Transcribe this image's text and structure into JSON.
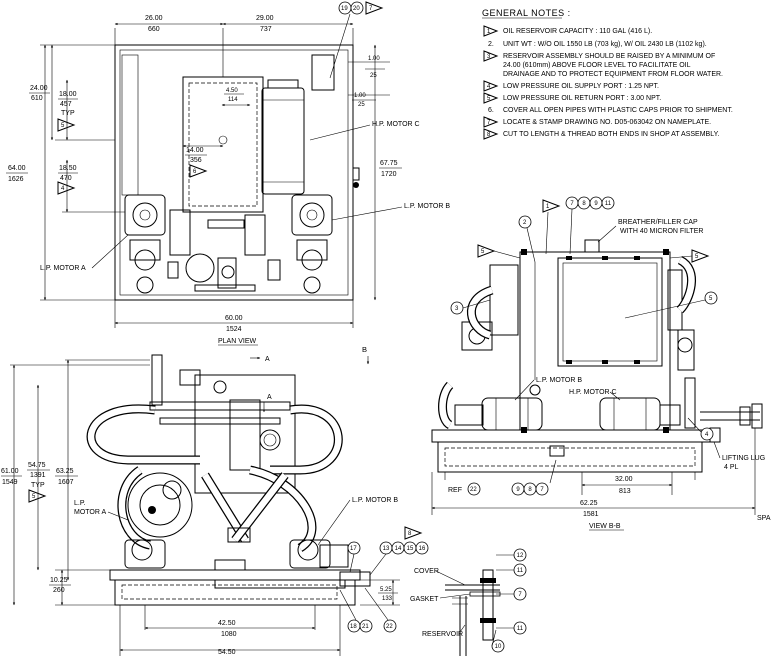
{
  "general_notes": {
    "heading": "GENERAL NOTES :",
    "items": [
      {
        "marker": "1",
        "flag": true,
        "text": "OIL RESERVOIR CAPACITY : 110 GAL (416 L)."
      },
      {
        "marker": "2.",
        "flag": false,
        "text": "UNIT WT : W/O OIL 1550 LB (703 kg), W/ OIL 2430 LB (1102 kg)."
      },
      {
        "marker": "3",
        "flag": true,
        "text": "RESERVOIR ASSEMBLY SHOULD BE RAISED BY A MINIMUM OF"
      },
      {
        "marker": "",
        "flag": false,
        "text": "24.00 (610mm) ABOVE FLOOR LEVEL TO FACILITATE OIL"
      },
      {
        "marker": "",
        "flag": false,
        "text": "DRAINAGE AND TO PROTECT EQUIPMENT FROM FLOOR WATER."
      },
      {
        "marker": "4",
        "flag": true,
        "text": "LOW PRESSURE OIL SUPPLY PORT : 1.25 NPT."
      },
      {
        "marker": "5",
        "flag": true,
        "text": "LOW PRESSURE OIL RETURN PORT : 3.00 NPT."
      },
      {
        "marker": "6.",
        "flag": false,
        "text": "COVER ALL OPEN PIPES WITH PLASTIC CAPS PRIOR TO SHIPMENT."
      },
      {
        "marker": "7",
        "flag": true,
        "text": "LOCATE & STAMP DRAWING NO. D05-063042 ON NAMEPLATE."
      },
      {
        "marker": "8",
        "flag": true,
        "text": "CUT TO LENGTH & THREAD BOTH ENDS IN SHOP AT ASSEMBLY."
      }
    ]
  },
  "plan_view": {
    "title": "PLAN VIEW",
    "dim_left_top": "26.00",
    "dim_left_top_mm": "660",
    "dim_right_top": "29.00",
    "dim_right_top_mm": "737",
    "dim_width": "60.00",
    "dim_width_mm": "1524",
    "dim_height": "64.00",
    "dim_height_mm": "1626",
    "dim_24": "24.00",
    "dim_24_mm": "610",
    "dim_18": "18.00",
    "dim_457": "457",
    "typ": "TYP",
    "dim_1850": "18.50",
    "dim_470": "470",
    "dim_450": "4.50",
    "dim_114": "114",
    "dim_1400": "14.00",
    "dim_356": "356",
    "dim_100a": "1.00",
    "dim_25a": "25",
    "dim_100b": "1.00",
    "dim_25b": "25",
    "dim_6775": "67.75",
    "dim_1720": "1720",
    "balloon_19": "19",
    "balloon_20": "20",
    "flag_7": "7",
    "flag_5": "5",
    "flag_4": "4",
    "flag_6": "6",
    "hp_motor_c": "H.P. MOTOR C",
    "lp_motor_b": "L.P. MOTOR B",
    "lp_motor_a": "L.P. MOTOR A"
  },
  "front_view": {
    "section_a": "A",
    "section_a2": "A",
    "section_b": "B",
    "dim_6100": "61.00",
    "dim_1549": "1549",
    "dim_5475": "54.75",
    "dim_1391": "1391",
    "typ": "TYP",
    "dim_6325": "63.25",
    "dim_1607": "1607",
    "flag_5": "5",
    "lp_motor_a_1": "L.P.",
    "lp_motor_a_2": "MOTOR A",
    "lp_motor_b": "L.P. MOTOR B",
    "dim_1025": "10.25",
    "dim_260": "260",
    "dim_4250": "42.50",
    "dim_1080": "1080",
    "dim_5450": "54.50",
    "dim_525": "5.25",
    "dim_133": "133",
    "flag_8": "8",
    "balloons_13_16": [
      "13",
      "14",
      "15",
      "16"
    ],
    "balloon_17": "17",
    "balloon_18": "18",
    "balloon_21": "21",
    "balloon_22": "22"
  },
  "view_bb": {
    "title": "VIEW B-B",
    "flag_1": "1",
    "balloons_top": [
      "7",
      "8",
      "9",
      "11"
    ],
    "balloon_2": "2",
    "balloon_3": "3",
    "balloon_4": "4",
    "balloon_5": "5",
    "flag_5a": "5",
    "flag_5b": "5",
    "breather_1": "BREATHER/FILLER CAP",
    "breather_2": "WITH 40 MICRON FILTER",
    "lp_motor_b": "L.P. MOTOR B",
    "hp_motor_c": "H.P. MOTOR C",
    "lifting_1": "LIFTING LUG",
    "lifting_2": "4 PL",
    "ref": "REF",
    "ref_balloon": "22",
    "ref_balloons": [
      "9",
      "8",
      "7"
    ],
    "dim_3200": "32.00",
    "dim_813": "813",
    "dim_6225": "62.25",
    "dim_1581": "1581",
    "spa": "SPA"
  },
  "detail": {
    "cover": "COVER",
    "gasket": "GASKET",
    "reservoir": "RESERVOIR",
    "balloons": [
      "12",
      "11",
      "11",
      "7",
      "10"
    ]
  },
  "colors": {
    "ink": "#000000",
    "paper": "#ffffff"
  }
}
